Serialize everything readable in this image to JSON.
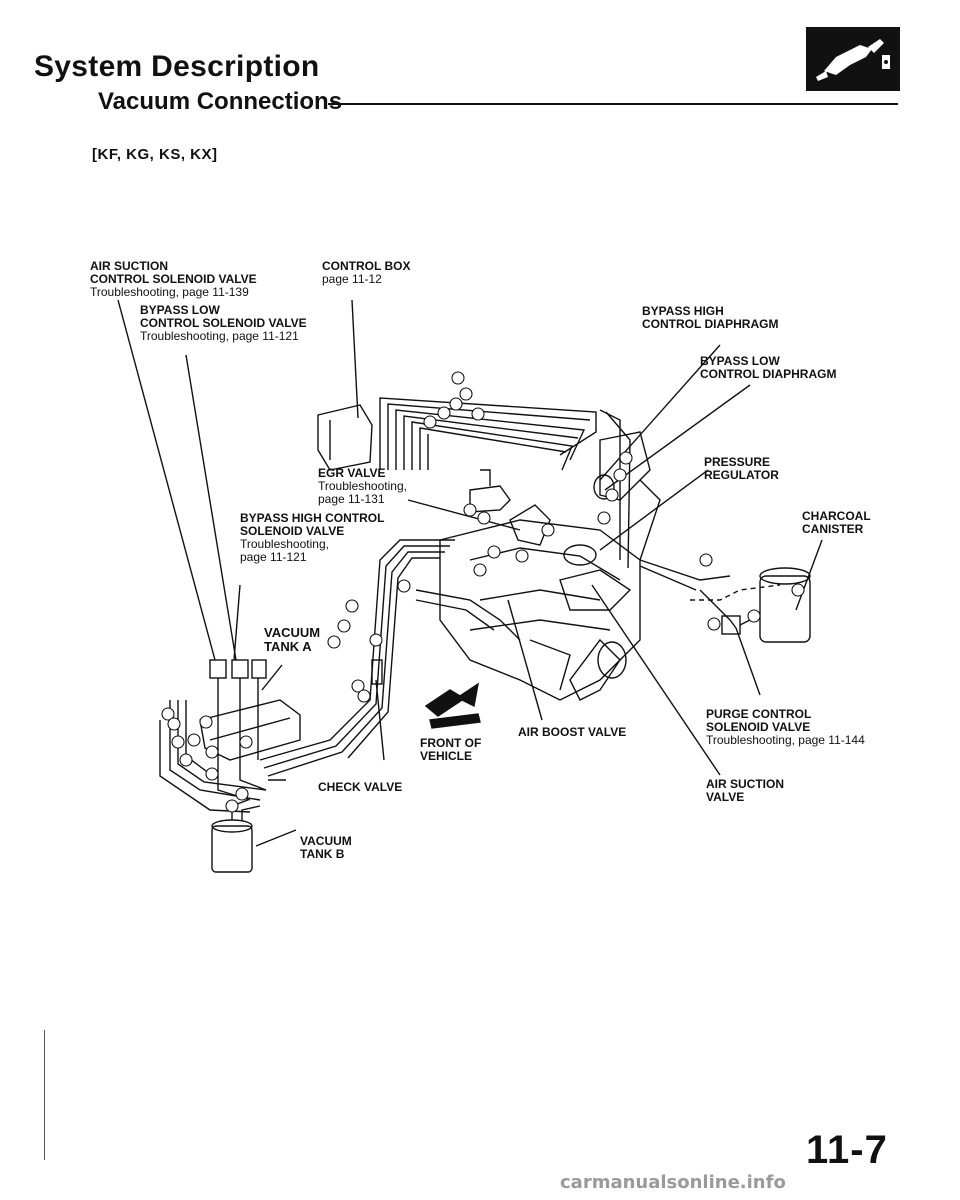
{
  "header": {
    "title": "System Description",
    "subtitle": "Vacuum Connections",
    "models": "[KF, KG, KS, KX]"
  },
  "labels": {
    "air_suction_solenoid": {
      "name1": "AIR SUCTION",
      "name2": "CONTROL SOLENOID VALVE",
      "ref": "Troubleshooting, page 11-139"
    },
    "control_box": {
      "name1": "CONTROL BOX",
      "ref": "page 11-12"
    },
    "bypass_low_solenoid": {
      "name1": "BYPASS LOW",
      "name2": "CONTROL SOLENOID VALVE",
      "ref": "Troubleshooting, page 11-121"
    },
    "bypass_high_diaphragm": {
      "name1": "BYPASS HIGH",
      "name2": "CONTROL DIAPHRAGM"
    },
    "bypass_low_diaphragm": {
      "name1": "BYPASS LOW",
      "name2": "CONTROL DIAPHRAGM"
    },
    "egr_valve": {
      "name1": "EGR VALVE",
      "ref1": "Troubleshooting,",
      "ref2": "page 11-131"
    },
    "pressure_regulator": {
      "name1": "PRESSURE",
      "name2": "REGULATOR"
    },
    "bypass_high_solenoid": {
      "name1": "BYPASS HIGH CONTROL",
      "name2": "SOLENOID VALVE",
      "ref1": "Troubleshooting,",
      "ref2": "page 11-121"
    },
    "charcoal_canister": {
      "name1": "CHARCOAL",
      "name2": "CANISTER"
    },
    "vacuum_tank_a": {
      "name1": "VACUUM",
      "name2": "TANK A"
    },
    "purge_solenoid": {
      "name1": "PURGE CONTROL",
      "name2": "SOLENOID VALVE",
      "ref": "Troubleshooting, page 11-144"
    },
    "air_boost_valve": {
      "name1": "AIR BOOST VALVE"
    },
    "front_of_vehicle": {
      "name1": "FRONT OF",
      "name2": "VEHICLE"
    },
    "check_valve": {
      "name1": "CHECK VALVE"
    },
    "air_suction_valve": {
      "name1": "AIR SUCTION",
      "name2": "VALVE"
    },
    "vacuum_tank_b": {
      "name1": "VACUUM",
      "name2": "TANK B"
    }
  },
  "footer": {
    "page_number": "11-7",
    "watermark": "carmanualsonline.info"
  }
}
